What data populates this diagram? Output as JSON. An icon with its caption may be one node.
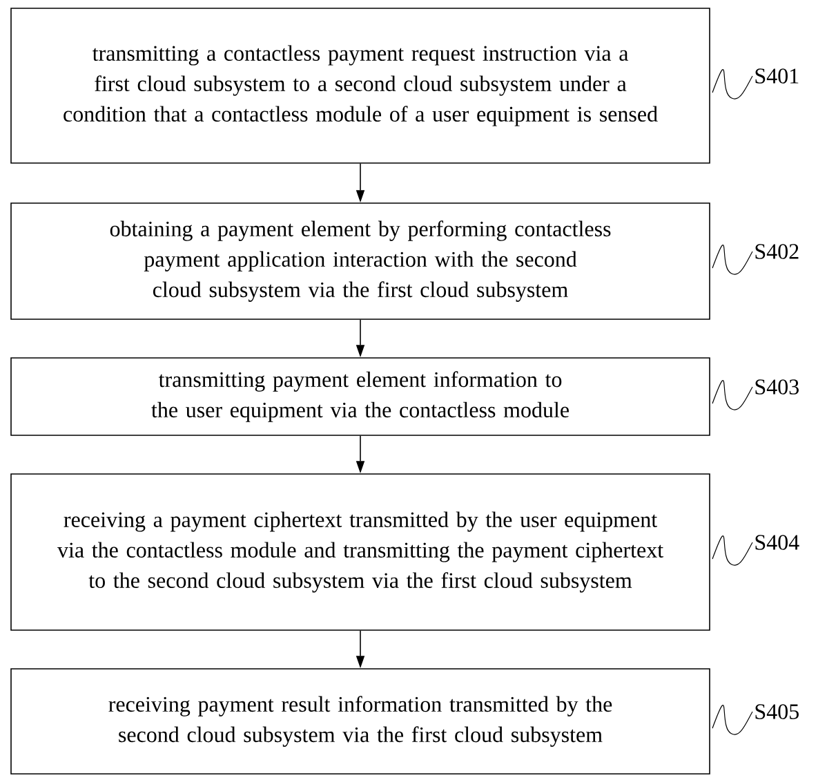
{
  "diagram": {
    "nodes": [
      {
        "text": [
          "transmitting a contactless payment request instruction via a first cloud subsystem to a second cloud subsystem under a condition that a contactless module of a user equipment is sensed"
        ],
        "beside": [
          "S401"
        ]
      },
      {
        "text": [
          "obtaining a payment element by performing contactless payment application interaction with the second cloud subsystem via the first cloud subsystem"
        ],
        "beside": [
          "S402"
        ]
      },
      {
        "text": [
          "transmitting payment element information to the user equipment via the contactless module"
        ],
        "beside": [
          "S403"
        ]
      },
      {
        "text": [
          "receiving a payment ciphertext transmitted by the user equipment via the contactless module and transmitting the payment ciphertext to the second cloud subsystem via the first cloud subsystem"
        ],
        "beside": [
          "S404"
        ]
      },
      {
        "text": [
          "receiving payment result information transmitted by the second cloud subsystem via the first cloud subsystem"
        ],
        "beside": [
          "S405"
        ]
      }
    ],
    "edges": [
      {
        "from": 0,
        "to": 1,
        "arrow": "to"
      },
      {
        "from": 1,
        "to": 2,
        "arrow": "to"
      },
      {
        "from": 2,
        "to": 3,
        "arrow": "to"
      },
      {
        "from": 3,
        "to": 4,
        "arrow": "to"
      }
    ]
  }
}
